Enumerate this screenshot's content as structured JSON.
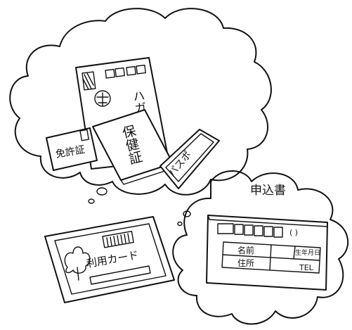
{
  "illustration": {
    "top_cloud": {
      "postcard": {
        "label": "ハガキ"
      },
      "insurance_card": {
        "label": "保健証"
      },
      "license": {
        "label": "免許証"
      },
      "pass": {
        "label": "パスポ"
      }
    },
    "application_form": {
      "title": "申込書",
      "row1_right": "( )",
      "name_label": "名前",
      "birthdate_label": "生年月日",
      "address_label": "住所",
      "tel_label": "TEL"
    },
    "user_card": {
      "label": "利用カード"
    }
  },
  "colors": {
    "ink": "#111111",
    "paper": "#ffffff",
    "background": "#ffffff"
  }
}
